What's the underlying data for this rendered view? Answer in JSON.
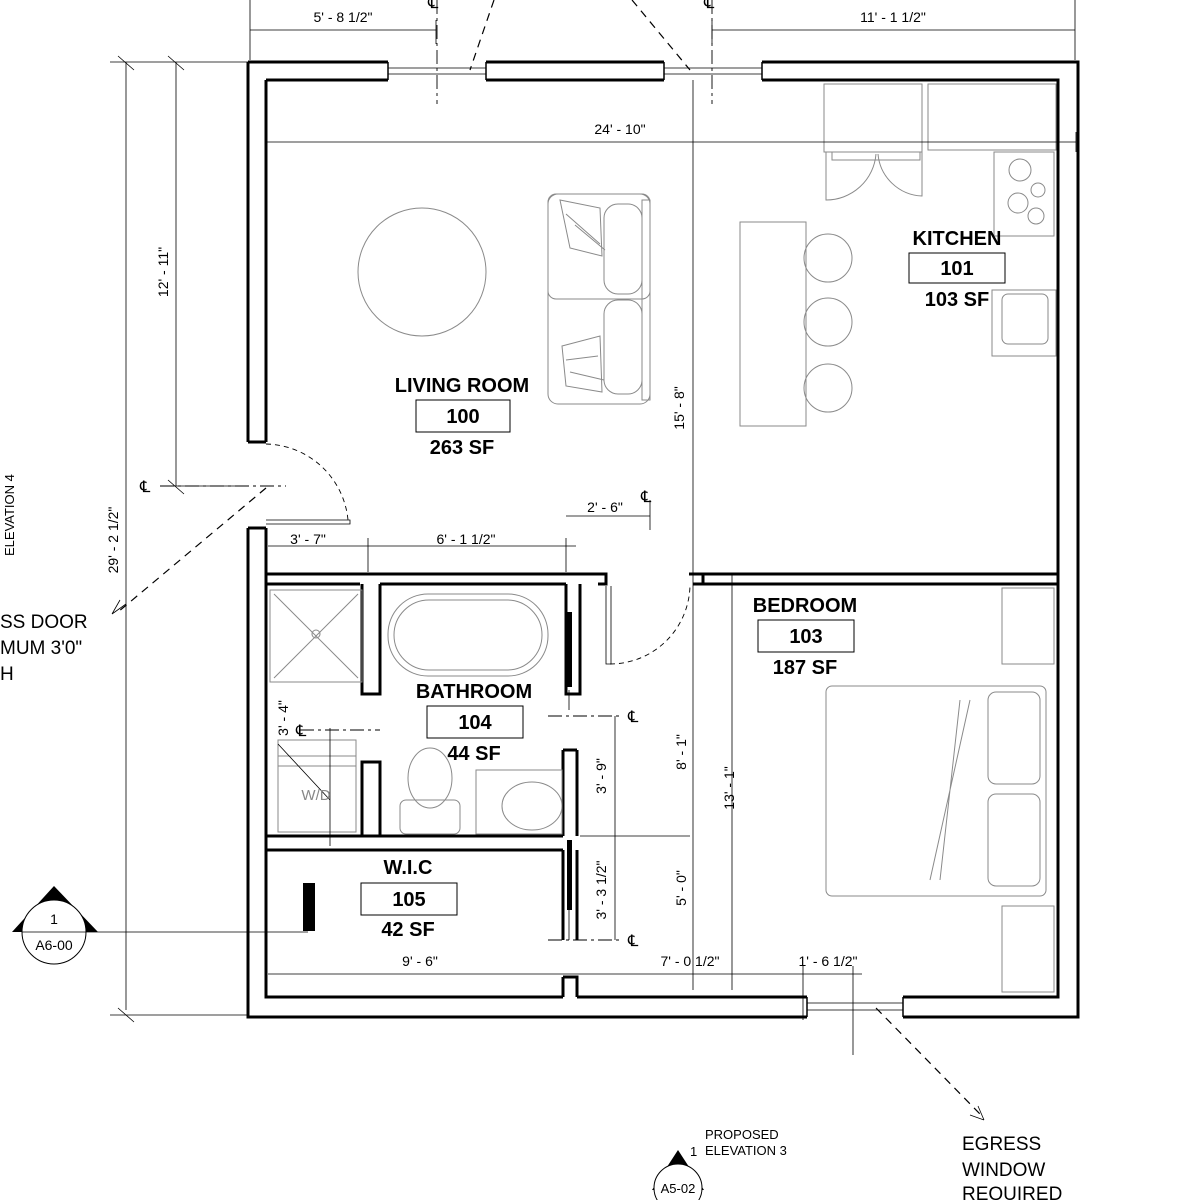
{
  "rooms": [
    {
      "name": "LIVING ROOM",
      "number": "100",
      "area": "263 SF"
    },
    {
      "name": "KITCHEN",
      "number": "101",
      "area": "103 SF"
    },
    {
      "name": "BEDROOM",
      "number": "103",
      "area": "187 SF"
    },
    {
      "name": "BATHROOM",
      "number": "104",
      "area": "44 SF"
    },
    {
      "name": "W.I.C",
      "number": "105",
      "area": "42 SF"
    }
  ],
  "dimensions": {
    "top_left": "5' - 8 1/2\"",
    "top_right": "11' - 1 1/2\"",
    "overall_width": "24' - 10\"",
    "left_upper": "12' - 11\"",
    "left_overall": "29' - 2 1/2\"",
    "center_vertical": "15' - 8\"",
    "entry_offset": "3' - 7\"",
    "bath_width": "6' - 1 1/2\"",
    "door_width": "2' - 6\"",
    "wd_depth": "3' - 4\"",
    "vanity_depth": "3' - 9\"",
    "wic_depth": "3' - 3 1/2\"",
    "hall_upper": "8' - 1\"",
    "hall_lower": "5' - 0\"",
    "bedroom_depth": "13' - 1\"",
    "bottom_left": "9' - 6\"",
    "bottom_mid": "7' - 0 1/2\"",
    "bottom_right": "1' - 6 1/2\""
  },
  "fixtures": {
    "washer_dryer": "W/D"
  },
  "notes": {
    "elevation4": "ELEVATION 4",
    "egress_door": [
      "SS DOOR",
      "MUM 3'0\"",
      "H"
    ],
    "egress_window": [
      "EGRESS",
      "WINDOW",
      "REQUIRED"
    ],
    "proposed_elevation": [
      "PROPOSED",
      "ELEVATION 3"
    ],
    "proposed_elevation_num": "1"
  },
  "section_marker": {
    "number": "1",
    "sheet": "A6-00"
  },
  "elevation_marker": {
    "sheet": "A5-02"
  },
  "centerline_symbol": "℄"
}
